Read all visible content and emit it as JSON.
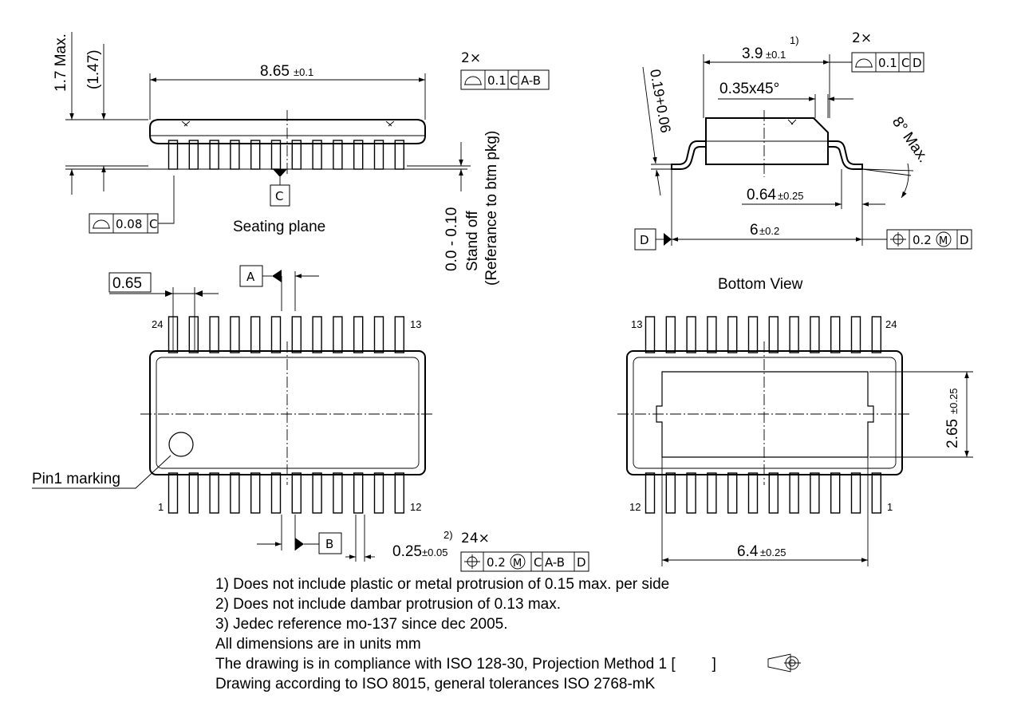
{
  "side_view": {
    "height_max": "1.7 Max.",
    "height_nominal": "(1.47)",
    "length": "8.65",
    "length_tol": "±0.1",
    "flatness": {
      "count": "2×",
      "tolerance": "0.1",
      "datums": [
        "C",
        "A-B"
      ]
    },
    "coplanarity": {
      "tolerance": "0.08",
      "datum": "C"
    },
    "seating_datum": "C",
    "seating_label": "Seating plane",
    "standoff": "0.0 - 0.10",
    "standoff_note1": "Stand off",
    "standoff_note2": "(Referance to btm pkg)"
  },
  "end_view": {
    "width": "3.9",
    "width_tol": "±0.1",
    "width_note": "1)",
    "flatness": {
      "count": "2×",
      "tolerance": "0.1",
      "datums": [
        "C",
        "D"
      ]
    },
    "chamfer": "0.35x45°",
    "lead_thickness": "0.19+0.06",
    "angle": "8° Max.",
    "lead_length": "0.64",
    "lead_length_tol": "±0.25",
    "overall_width": "6",
    "overall_width_tol": "±0.2",
    "datum": "D",
    "position": {
      "tolerance": "0.2",
      "modifier": "M",
      "datum": "D"
    }
  },
  "top_view": {
    "pitch": "0.65",
    "datum_a": "A",
    "datum_b": "B",
    "pin_top_left": "24",
    "pin_top_right": "13",
    "pin_bottom_left": "1",
    "pin_bottom_right": "12",
    "pin1_label": "Pin1 marking",
    "lead_width": "0.25",
    "lead_width_tol": "±0.05",
    "lead_note": "2)",
    "lead_count": "24×",
    "position": {
      "tolerance": "0.2",
      "modifier": "M",
      "datums": [
        "C",
        "A-B",
        "D"
      ]
    }
  },
  "bottom_view": {
    "title": "Bottom View",
    "pin_top_left": "13",
    "pin_top_right": "24",
    "pin_bottom_left": "12",
    "pin_bottom_right": "1",
    "pad_width": "6.4",
    "pad_width_tol": "±0.25",
    "pad_height": "2.65",
    "pad_height_tol": "±0.25"
  },
  "notes": [
    "1) Does not include plastic or metal protrusion of 0.15 max. per side",
    "2) Does not include dambar protrusion of 0.13 max.",
    "3) Jedec reference mo-137 since dec 2005.",
    "All dimensions are in units mm",
    "The drawing is in compliance with ISO 128-30, Projection Method 1 [",
    "]",
    "Drawing according to ISO 8015, general tolerances ISO 2768-mK"
  ]
}
